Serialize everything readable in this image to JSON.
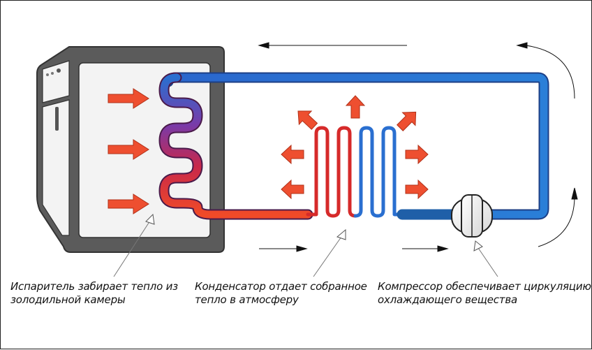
{
  "captions": {
    "evaporator": {
      "line1": "Испаритель забирает тепло из",
      "line2": "золодильной камеры"
    },
    "condenser": {
      "line1": "Конденсатор отдает собранное",
      "line2": "тепло в атмосферу"
    },
    "compressor": {
      "line1": "Компрессор обеспечивает циркуляцию",
      "line2": "охлаждающего вещества"
    }
  },
  "colors": {
    "hot": "#e8402a",
    "warm": "#cf2a3a",
    "purple": "#7a3aa8",
    "cold": "#2a7bd6",
    "cold_light": "#4aa8e8",
    "arrow_fill": "#ee4f30",
    "fridge_body": "#5a5a5a",
    "fridge_face": "#f2f2f2"
  },
  "icons": {
    "heat_in_arrows": "right-arrow-icon",
    "heat_out_arrows": "radiating-arrow-icon",
    "flow_arrows": "thin-arrow-icon",
    "compressor": "compressor-icon"
  }
}
